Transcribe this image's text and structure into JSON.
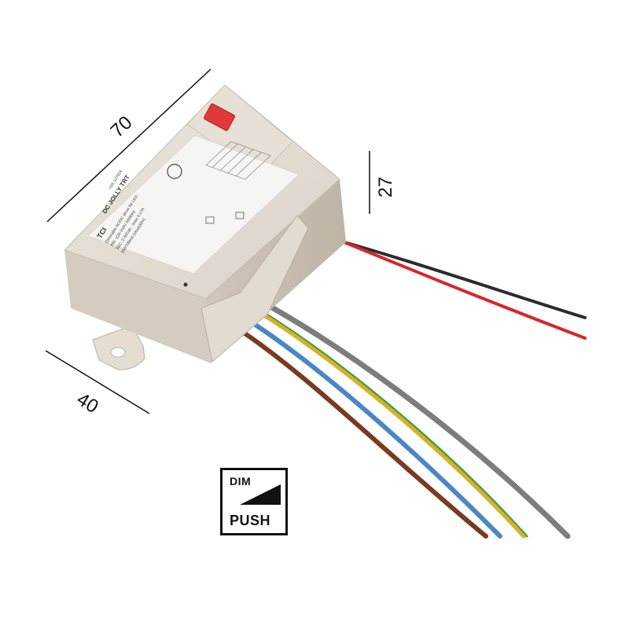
{
  "dimensions": {
    "length": "70",
    "height": "27",
    "width": "40"
  },
  "label": {
    "brand": "TCI",
    "model": "DC JOLLY TRT",
    "code": "cod. 127016",
    "line1": "Dimmable AC/DC driver for LED",
    "line2": "PRI: 220÷240V 50/60Hz",
    "line3": "SEC: 2÷50Vdc - Imax 0,17A",
    "line4": "350/700mA (Uout≤50V)"
  },
  "dim_push": {
    "top": "DIM",
    "bottom": "PUSH"
  },
  "colors": {
    "housing": "#ddd6cc",
    "wire_red": "#d8262a",
    "wire_black": "#2c2c2c",
    "wire_grey": "#7d7d7d",
    "wire_yellow": "#d8b12a",
    "wire_green": "#3e9e3e",
    "wire_blue": "#4b86c6",
    "wire_brown": "#7a3a22"
  }
}
